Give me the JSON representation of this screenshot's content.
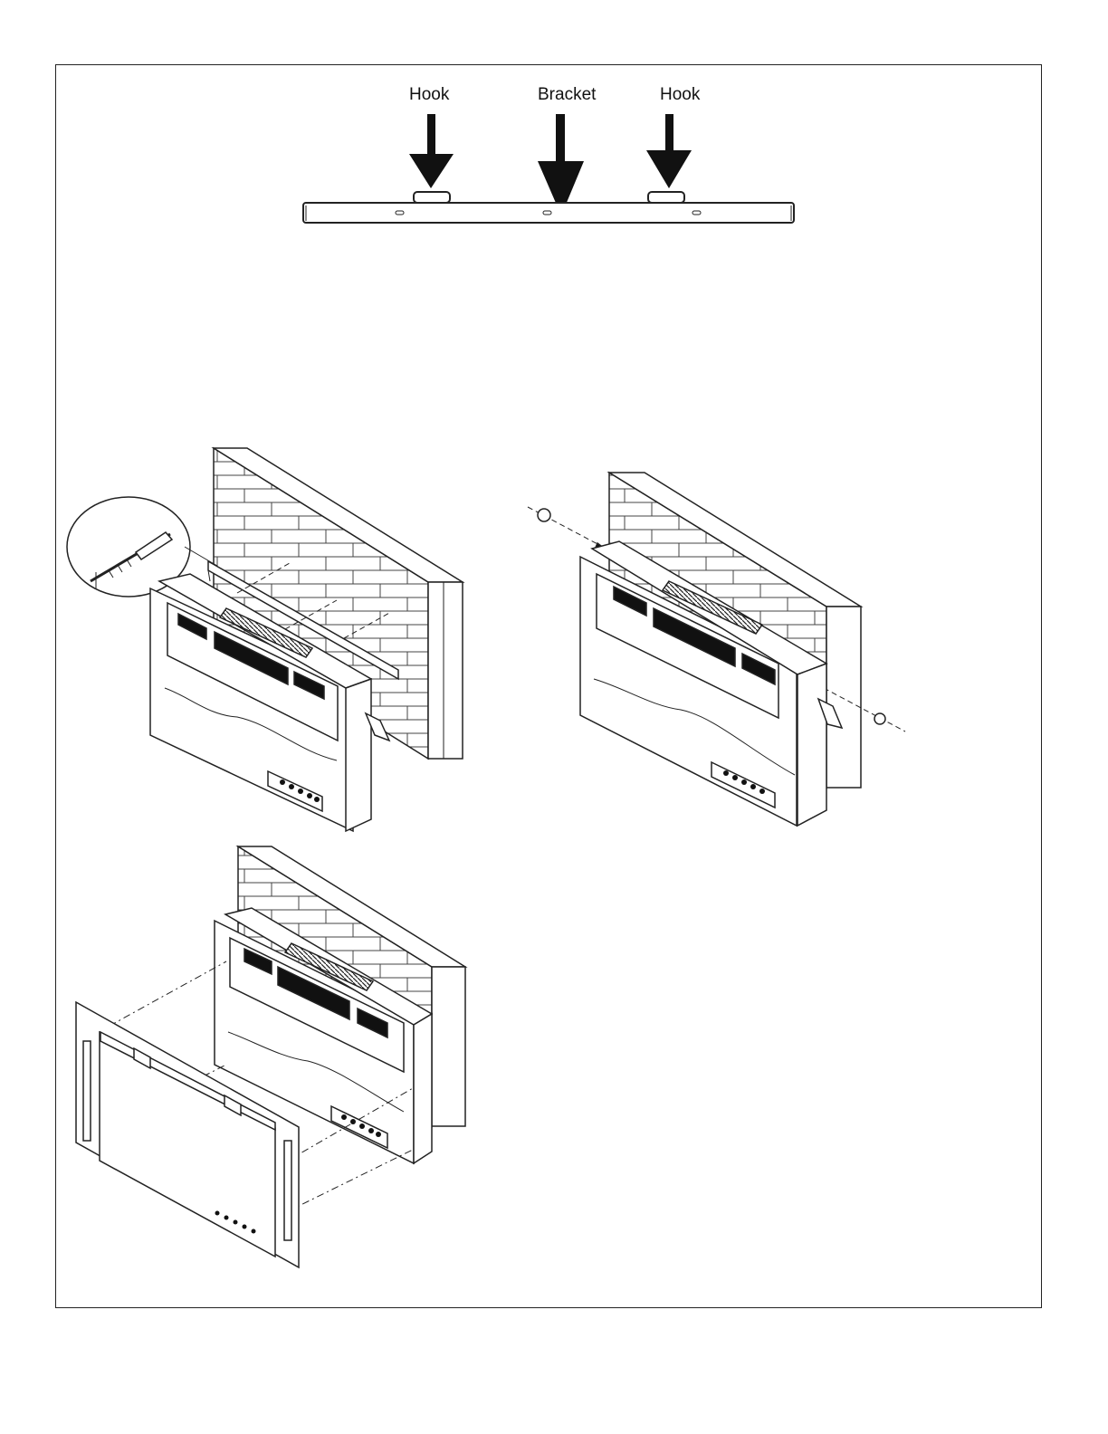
{
  "bracket_diagram": {
    "labels": {
      "hook_left": "Hook",
      "bracket": "Bracket",
      "hook_right": "Hook"
    }
  },
  "colors": {
    "line": "#222222",
    "background": "#ffffff"
  }
}
